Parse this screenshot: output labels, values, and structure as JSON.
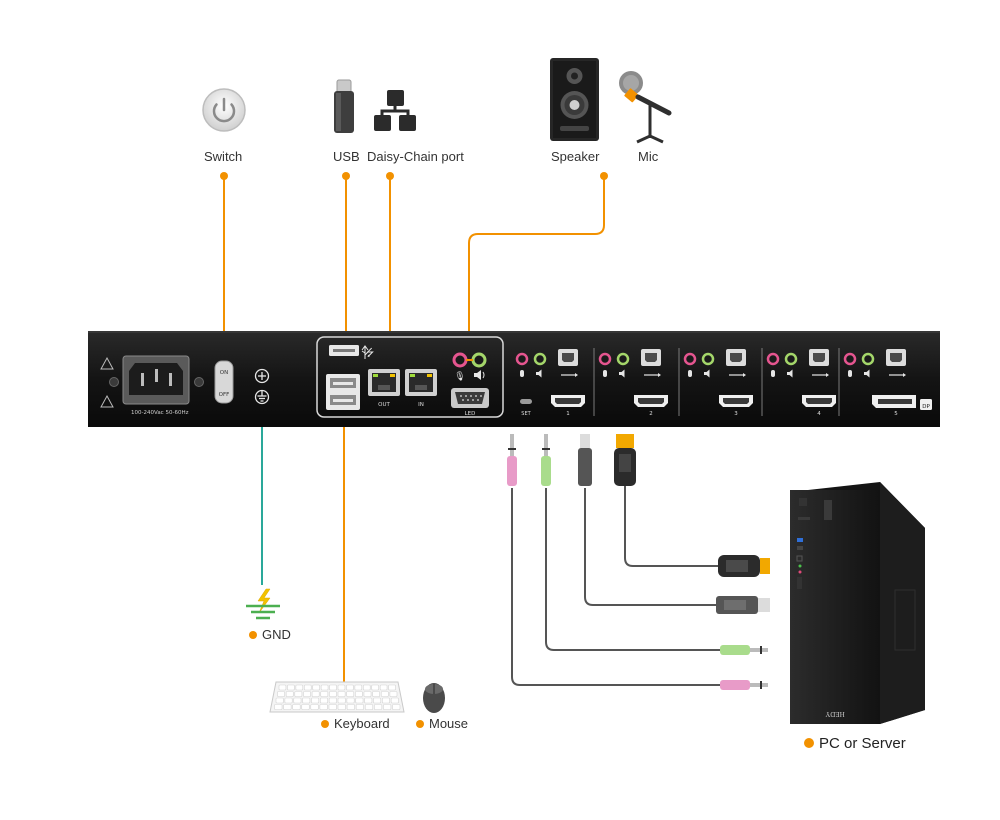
{
  "colors": {
    "connector": "#f29100",
    "ground": "#2aa89a",
    "panel": "#141414",
    "cable": "#555555",
    "pink_jack": "#e89bc8",
    "green_jack": "#a9dc8c"
  },
  "labels": {
    "switch": "Switch",
    "usb": "USB",
    "daisy_chain": "Daisy-Chain port",
    "speaker": "Speaker",
    "mic": "Mic",
    "gnd": "GND",
    "keyboard": "Keyboard",
    "mouse": "Mouse",
    "pc": "PC or Server"
  },
  "panel": {
    "power_rating": "100-240Vac 50-60Hz",
    "on": "ON",
    "off": "OFF",
    "out": "OUT",
    "in": "IN",
    "led": "LED",
    "set": "SET",
    "dp": "DP",
    "ports": [
      "1",
      "2",
      "3",
      "4",
      "5"
    ]
  },
  "pc": {
    "brand": "HEDY"
  },
  "icons": [
    "power-button-icon",
    "usb-stick-icon",
    "network-topology-icon",
    "speaker-icon",
    "microphone-icon",
    "ground-icon",
    "keyboard-icon",
    "mouse-icon",
    "pc-tower-icon"
  ]
}
